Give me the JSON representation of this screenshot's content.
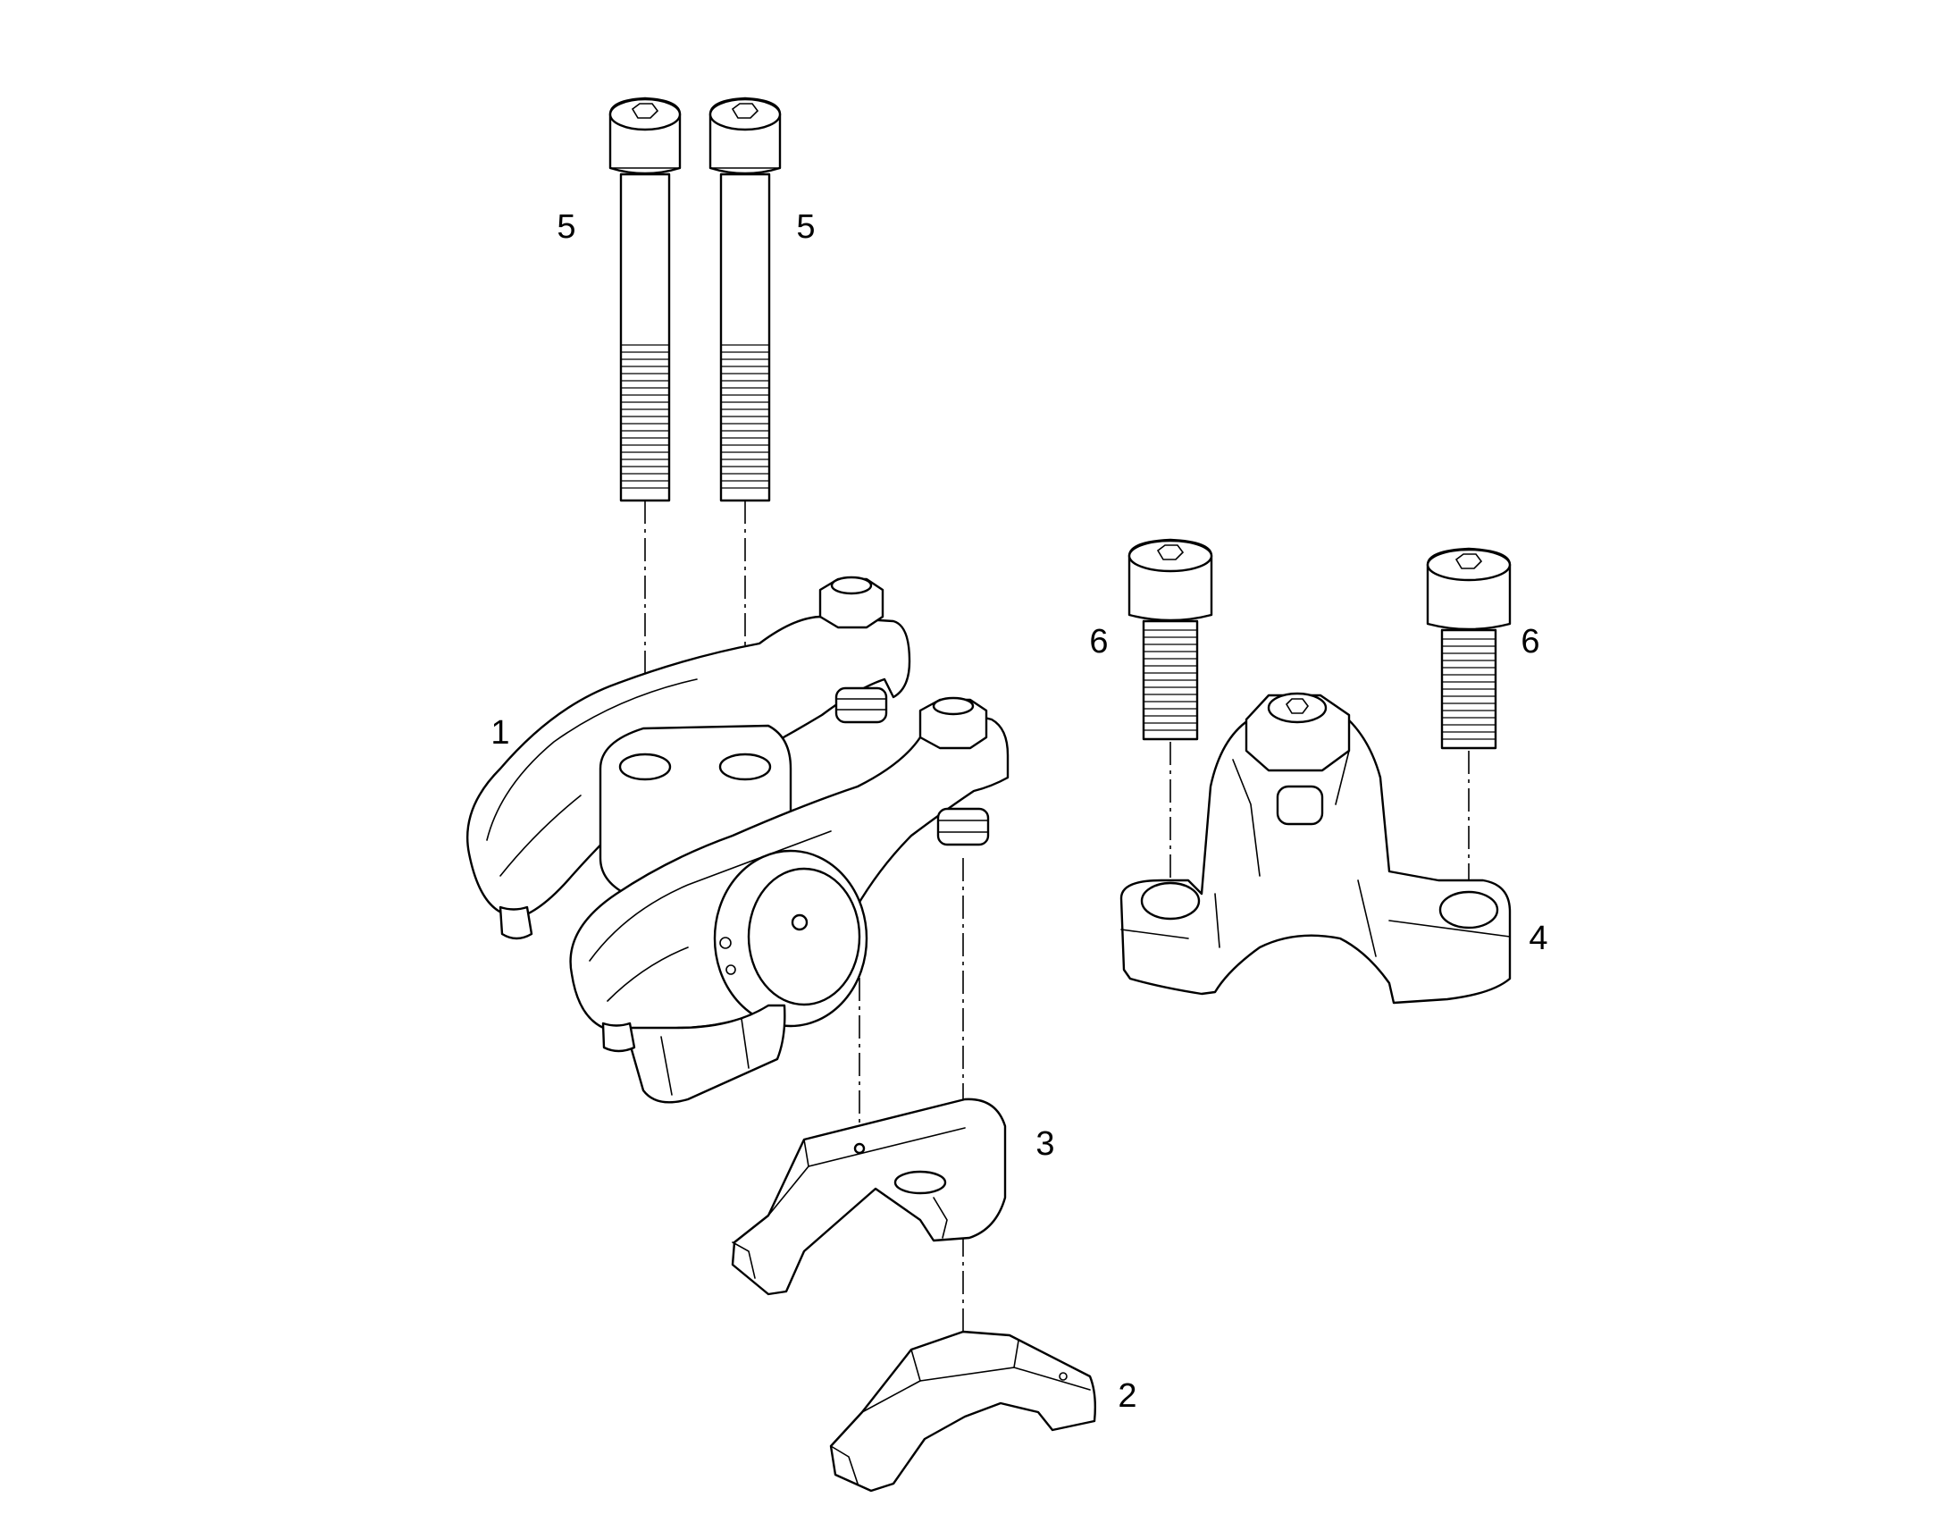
{
  "labels": {
    "item_1": "1",
    "item_2": "2",
    "item_3": "3",
    "item_4": "4",
    "item_5a": "5",
    "item_5b": "5",
    "item_6a": "6",
    "item_6b": "6"
  },
  "colors": {
    "line": "#000000",
    "background": "#ffffff"
  }
}
